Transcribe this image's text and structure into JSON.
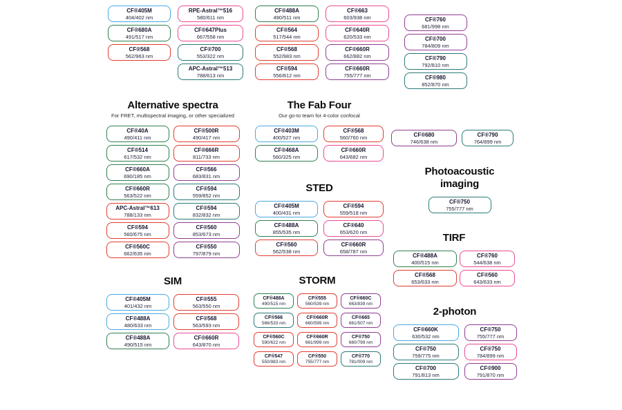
{
  "chart_data": {
    "type": "table",
    "description": "Fluorescent dye selection guide: rounded badges showing dye name and excitation/emission wavelengths, grouped by imaging application",
    "palette": {
      "blue": "#4AA7E2",
      "green": "#2E7F4F",
      "teal": "#2A7878",
      "red": "#DF3B30",
      "pink": "#E94A93",
      "purple": "#8E3C92"
    },
    "groups": [
      {
        "id": "top-left-grid",
        "columns": [
          [
            {
              "name": "CF®405M",
              "ex_em": "404/402 nm",
              "color": "blue"
            },
            {
              "name": "CF®680A",
              "ex_em": "491/517 nm",
              "color": "green"
            },
            {
              "name": "CF®568",
              "ex_em": "562/963 nm",
              "color": "red"
            }
          ],
          [
            {
              "name": "RPE-Astral™516",
              "ex_em": "580/611 nm",
              "color": "pink"
            },
            {
              "name": "CF®647Plus",
              "ex_em": "667/558 nm",
              "color": "pink"
            },
            {
              "name": "CF®700",
              "ex_em": "553/322 nm",
              "color": "teal"
            },
            {
              "name": "APC-Astral™513",
              "ex_em": "788/613 nm",
              "color": "teal"
            }
          ]
        ]
      },
      {
        "id": "top-middle-grid",
        "columns": [
          [
            {
              "name": "CF®488A",
              "ex_em": "490/511 nm",
              "color": "green"
            },
            {
              "name": "CF®564",
              "ex_em": "517/544 nm",
              "color": "red"
            },
            {
              "name": "CF®568",
              "ex_em": "552/983 nm",
              "color": "red"
            },
            {
              "name": "CF®594",
              "ex_em": "556/812 nm",
              "color": "red"
            }
          ],
          [
            {
              "name": "CF®663",
              "ex_em": "603/938 nm",
              "color": "pink"
            },
            {
              "name": "CF®640R",
              "ex_em": "620/533 nm",
              "color": "pink"
            },
            {
              "name": "CF®660R",
              "ex_em": "662/882 nm",
              "color": "purple"
            },
            {
              "name": "CF®660R",
              "ex_em": "755/777 nm",
              "color": "purple"
            }
          ]
        ]
      },
      {
        "id": "top-right-column",
        "columns": [
          [
            {
              "name": "CF®760",
              "ex_em": "681/998 nm",
              "color": "purple"
            },
            {
              "name": "CF®700",
              "ex_em": "784/809 nm",
              "color": "purple"
            },
            {
              "name": "CF®790",
              "ex_em": "792/810 nm",
              "color": "teal"
            },
            {
              "name": "CF®980",
              "ex_em": "852/870 nm",
              "color": "teal"
            }
          ]
        ]
      },
      {
        "id": "alternative-spectra",
        "title": "Alternative spectra",
        "subtitle": "For FRET, multispectral imaging, or other specialized",
        "columns": [
          [
            {
              "name": "CF®40A",
              "ex_em": "490/411 nm",
              "color": "green"
            },
            {
              "name": "CF®514",
              "ex_em": "617/532 nm",
              "color": "green"
            },
            {
              "name": "CF®660A",
              "ex_em": "690/185 nm",
              "color": "green"
            },
            {
              "name": "CF®660R",
              "ex_em": "563/522 nm",
              "color": "green"
            },
            {
              "name": "APC-Astral™613",
              "ex_em": "788/133 nm",
              "color": "red"
            },
            {
              "name": "CF®594",
              "ex_em": "560/675 nm",
              "color": "red"
            },
            {
              "name": "CF®560C",
              "ex_em": "662/635 nm",
              "color": "red"
            }
          ],
          [
            {
              "name": "CF®500R",
              "ex_em": "490/417 nm",
              "color": "red"
            },
            {
              "name": "CF®666R",
              "ex_em": "811/733 nm",
              "color": "red"
            },
            {
              "name": "CF®566",
              "ex_em": "683/831 nm",
              "color": "purple"
            },
            {
              "name": "CF®594",
              "ex_em": "559/852 nm",
              "color": "teal"
            },
            {
              "name": "CF®594",
              "ex_em": "832/832 nm",
              "color": "teal"
            },
            {
              "name": "CF®560",
              "ex_em": "853/673 nm",
              "color": "purple"
            },
            {
              "name": "CF®550",
              "ex_em": "797/879 nm",
              "color": "purple"
            }
          ]
        ]
      },
      {
        "id": "fab-four",
        "title": "The Fab Four",
        "subtitle": "Our go-to team for 4-color confocal",
        "columns": [
          [
            {
              "name": "CF®403M",
              "ex_em": "400/527 nm",
              "color": "blue"
            },
            {
              "name": "CF®468A",
              "ex_em": "560/325 nm",
              "color": "green"
            }
          ],
          [
            {
              "name": "CF®568",
              "ex_em": "560/760 nm",
              "color": "red"
            },
            {
              "name": "CF®660R",
              "ex_em": "643/682 nm",
              "color": "pink"
            }
          ]
        ]
      },
      {
        "id": "sted",
        "title": "STED",
        "columns": [
          [
            {
              "name": "CF®405M",
              "ex_em": "400/431 nm",
              "color": "blue"
            },
            {
              "name": "CF®488A",
              "ex_em": "855/535 nm",
              "color": "green"
            },
            {
              "name": "CF®560",
              "ex_em": "562/538 nm",
              "color": "red"
            }
          ],
          [
            {
              "name": "CF®594",
              "ex_em": "559/518 nm",
              "color": "red"
            },
            {
              "name": "CF®640",
              "ex_em": "653/620 nm",
              "color": "pink"
            },
            {
              "name": "CF®660R",
              "ex_em": "658/787 nm",
              "color": "purple"
            }
          ]
        ]
      },
      {
        "id": "near-ir-pair",
        "columns": [
          [
            {
              "name": "CF®680",
              "ex_em": "746/638 nm",
              "color": "purple"
            }
          ],
          [
            {
              "name": "CF®790",
              "ex_em": "764/899 nm",
              "color": "teal"
            }
          ]
        ]
      },
      {
        "id": "photoacoustic-imaging",
        "title": "Photoacoustic\nimaging",
        "columns": [
          [
            {
              "name": "CF®750",
              "ex_em": "755/777 nm",
              "color": "teal"
            }
          ]
        ]
      },
      {
        "id": "tirf",
        "title": "TIRF",
        "columns": [
          [
            {
              "name": "CF®488A",
              "ex_em": "400/515 nm",
              "color": "green"
            },
            {
              "name": "CF®568",
              "ex_em": "653/633 nm",
              "color": "red"
            }
          ],
          [
            {
              "name": "CF®760",
              "ex_em": "544/638 nm",
              "color": "pink"
            },
            {
              "name": "CF®560",
              "ex_em": "643/633 nm",
              "color": "pink"
            }
          ]
        ]
      },
      {
        "id": "sim",
        "title": "SIM",
        "columns": [
          [
            {
              "name": "CF®405M",
              "ex_em": "401/432 nm",
              "color": "blue"
            },
            {
              "name": "CF®488A",
              "ex_em": "480/633 nm",
              "color": "blue"
            },
            {
              "name": "CF®488A",
              "ex_em": "490/515 nm",
              "color": "green"
            }
          ],
          [
            {
              "name": "CF®555",
              "ex_em": "563/550 nm",
              "color": "red"
            },
            {
              "name": "CF®568",
              "ex_em": "563/593 nm",
              "color": "red"
            },
            {
              "name": "CF®660R",
              "ex_em": "643/870 nm",
              "color": "pink"
            }
          ]
        ]
      },
      {
        "id": "storm",
        "title": "STORM",
        "columns": [
          [
            {
              "name": "CF®488A",
              "ex_em": "490/515 nm",
              "color": "green"
            },
            {
              "name": "CF®566",
              "ex_em": "566/533 nm",
              "color": "teal"
            },
            {
              "name": "CF®560C",
              "ex_em": "590/622 nm",
              "color": "red"
            },
            {
              "name": "CF®547",
              "ex_em": "550/983 nm",
              "color": "red"
            }
          ],
          [
            {
              "name": "CF®555",
              "ex_em": "560/539 nm",
              "color": "red"
            },
            {
              "name": "CF®660R",
              "ex_em": "660/599 nm",
              "color": "red"
            },
            {
              "name": "CF®660R",
              "ex_em": "661/999 nm",
              "color": "red"
            },
            {
              "name": "CF®550",
              "ex_em": "755/777 nm",
              "color": "red"
            }
          ],
          [
            {
              "name": "CF®660C",
              "ex_em": "663/839 nm",
              "color": "purple"
            },
            {
              "name": "CF®665",
              "ex_em": "661/507 nm",
              "color": "purple"
            },
            {
              "name": "CF®750",
              "ex_em": "660/799 nm",
              "color": "purple"
            },
            {
              "name": "CF®770",
              "ex_em": "781/009 nm",
              "color": "teal"
            }
          ]
        ]
      },
      {
        "id": "two-photon",
        "title": "2-photon",
        "columns": [
          [
            {
              "name": "CF®660K",
              "ex_em": "630/532 nm",
              "color": "blue"
            },
            {
              "name": "CF®750",
              "ex_em": "759/775 nm",
              "color": "teal"
            },
            {
              "name": "CF®700",
              "ex_em": "791/813 nm",
              "color": "teal"
            }
          ],
          [
            {
              "name": "CF®750",
              "ex_em": "755/777 nm",
              "color": "purple"
            },
            {
              "name": "CF®750",
              "ex_em": "784/899 nm",
              "color": "pink"
            },
            {
              "name": "CF®900",
              "ex_em": "791/870 nm",
              "color": "purple"
            }
          ]
        ]
      }
    ]
  }
}
